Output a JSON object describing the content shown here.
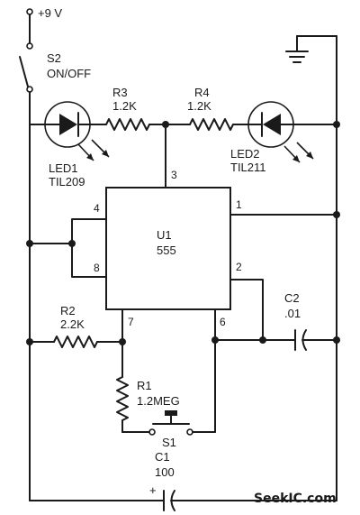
{
  "supply": {
    "label": "+9 V"
  },
  "switch_s2": {
    "ref": "S2",
    "value": "ON/OFF"
  },
  "led1": {
    "ref": "LED1",
    "part": "TIL209"
  },
  "led2": {
    "ref": "LED2",
    "part": "TIL211"
  },
  "r3": {
    "ref": "R3",
    "value": "1.2K"
  },
  "r4": {
    "ref": "R4",
    "value": "1.2K"
  },
  "r2": {
    "ref": "R2",
    "value": "2.2K"
  },
  "r1": {
    "ref": "R1",
    "value": "1.2MEG"
  },
  "c2": {
    "ref": "C2",
    "value": ".01"
  },
  "c1": {
    "ref": "C1",
    "value": "100",
    "polarity": "+"
  },
  "s1": {
    "ref": "S1"
  },
  "ic": {
    "ref": "U1",
    "part": "555",
    "pins": {
      "p1": "1",
      "p2": "2",
      "p3": "3",
      "p4": "4",
      "p6": "6",
      "p7": "7",
      "p8": "8"
    }
  },
  "watermark": "SeekIC.com"
}
